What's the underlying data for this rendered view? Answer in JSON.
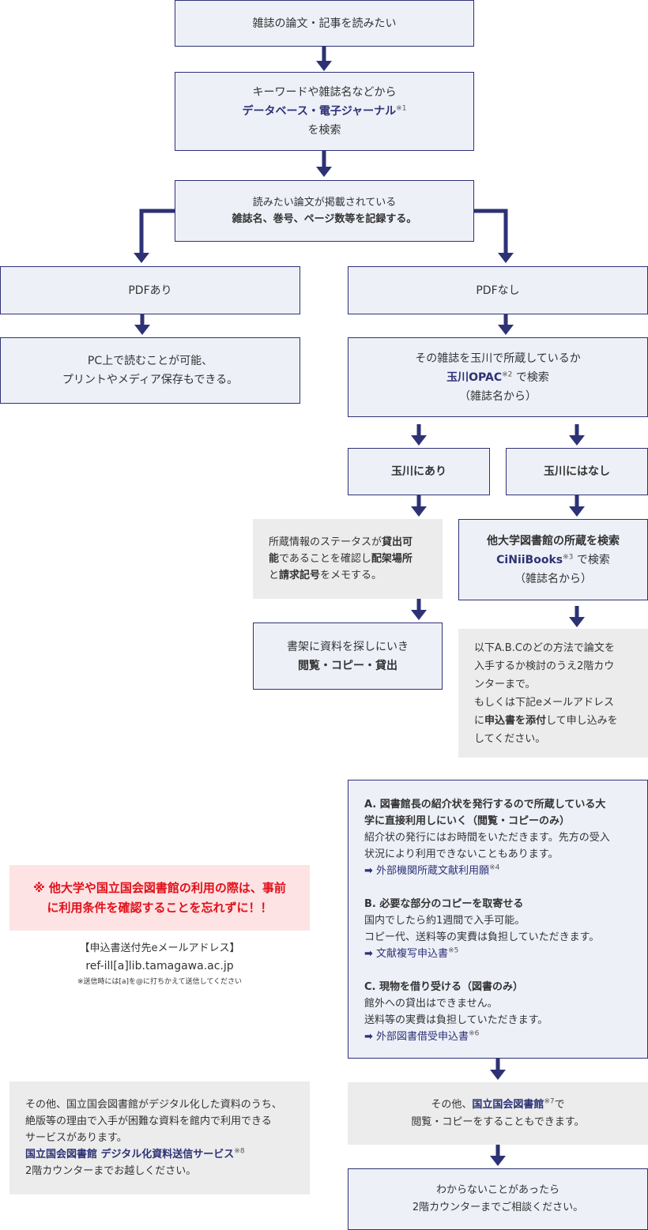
{
  "colors": {
    "navy": "#2d3275",
    "box_bg": "#eef0f8",
    "gray_bg": "#ececec",
    "pink_bg": "#fde3e3",
    "red_text": "#e0101a"
  },
  "step1": "雑誌の論文・記事を読みたい",
  "step2": {
    "line1": "キーワードや雑誌名などから",
    "link": "データベース・電子ジャーナル",
    "note": "※1",
    "line3": "を検索"
  },
  "step3": {
    "line1": "読みたい論文が掲載されている",
    "line2": "雑誌名、巻号、ページ数等を記録する。"
  },
  "pdf_yes": {
    "title": "PDFあり",
    "line1": "PC上で読むことが可能、",
    "line2": "プリントやメディア保存もできる。"
  },
  "pdf_no": {
    "title": "PDFなし",
    "line1": "その雑誌を玉川で所蔵しているか",
    "link": "玉川OPAC",
    "note": "※2",
    "after_link": "で検索",
    "line3": "（雑誌名から）"
  },
  "tamagawa_yes": {
    "title": "玉川にあり",
    "memo_1": "所蔵情報のステータスが",
    "memo_2": "貸出可",
    "memo_3": "能",
    "memo_4": "であることを確認し",
    "memo_5": "配架場所",
    "memo_6": "と",
    "memo_7": "請求記号",
    "memo_8": "をメモする。",
    "shelf_line1": "書架に資料を探しにいき",
    "shelf_line2": "閲覧・コピー・貸出"
  },
  "tamagawa_no": {
    "title": "玉川にはなし",
    "search_line1": "他大学図書館の所蔵を検索",
    "link": "CiNiiBooks",
    "note": "※3",
    "after_link": "で検索",
    "search_line3": "（雑誌名から）",
    "info_1": "以下A.B.Cのどの方法で論文を",
    "info_2": "入手するか検討のうえ2階カウ",
    "info_3": "ンターまで。",
    "info_4": "もしくは下記eメールアドレス",
    "info_5": "に",
    "info_6": "申込書を添付",
    "info_7": "して申し込みを",
    "info_8": "してください。"
  },
  "options": {
    "a_title_1": "A. 図書館長の紹介状を発行するので所蔵している大",
    "a_title_2": "学に直接利用しにいく（閲覧・コピーのみ）",
    "a_body_1": "紹介状の発行にはお時間をいただきます。先方の受入",
    "a_body_2": "状況により利用できないこともあります。",
    "a_link": "外部機関所蔵文献利用願",
    "a_note": "※4",
    "b_title": "B. 必要な部分のコピーを取寄せる",
    "b_body_1": "国内でしたら約1週間で入手可能。",
    "b_body_2": "コピー代、送料等の実費は負担していただきます。",
    "b_link": "文献複写申込書",
    "b_note": "※5",
    "c_title": "C. 現物を借り受ける（図書のみ）",
    "c_body_1": "館外への貸出はできません。",
    "c_body_2": "送料等の実費は負担していただきます。",
    "c_link": "外部図書借受申込書",
    "c_note": "※6"
  },
  "warning": {
    "line1": "※ 他大学や国立国会図書館の利用の際は、事前",
    "line2": "に利用条件を確認することを忘れずに！！"
  },
  "email": {
    "heading": "【申込書送付先eメールアドレス】",
    "address": "ref-ill[a]lib.tamagawa.ac.jp",
    "note": "※送信時には[a]を@に打ちかえて送信してください"
  },
  "ndl_box": {
    "before": "その他、",
    "link": "国立国会図書館",
    "note": "※7",
    "after": "で",
    "line2": "閲覧・コピーをすることもできます。"
  },
  "ndl_digital": {
    "line1": "その他、国立国会図書館がデジタル化した資料のうち、",
    "line2": "絶版等の理由で入手が困難な資料を館内で利用できる",
    "line3": "サービスがあります。",
    "link": "国立国会図書館 デジタル化資料送信サービス",
    "note": "※8",
    "line5": "2階カウンターまでお越しください。"
  },
  "final": {
    "line1": "わからないことがあったら",
    "line2": "2階カウンターまでご相談ください。"
  }
}
